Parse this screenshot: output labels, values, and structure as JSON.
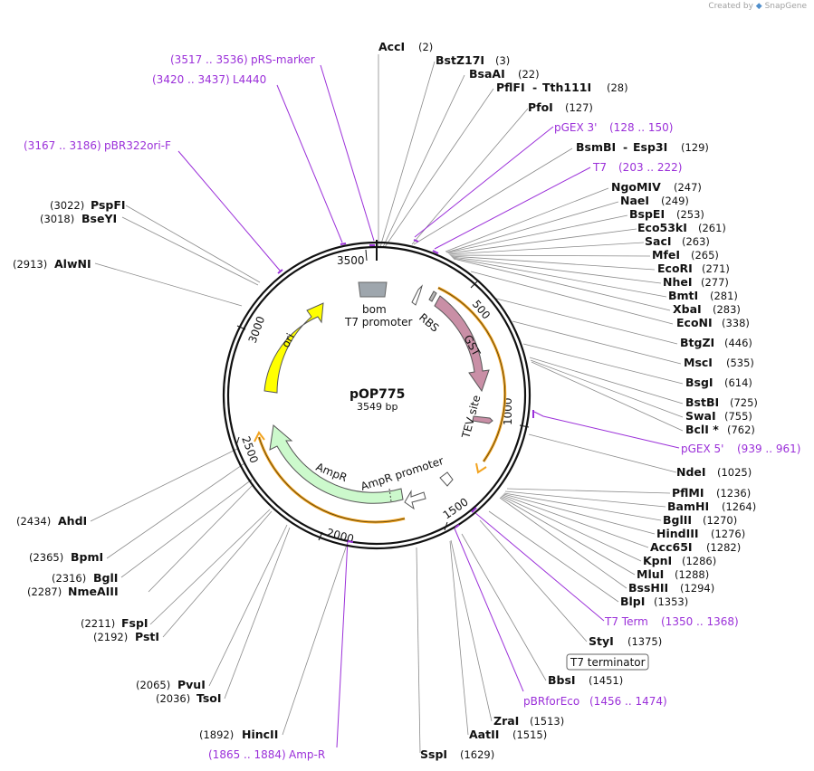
{
  "brand": {
    "prefix": "Created by",
    "name": "SnapGene"
  },
  "plasmid": {
    "name": "pOP775",
    "size": "3549 bp"
  },
  "ruler": [
    "3500",
    "500",
    "3000",
    "1000",
    "2500",
    "2000",
    "1500"
  ],
  "features": {
    "ori": "ori",
    "bom": "bom",
    "t7_promoter": "T7 promoter",
    "rbs": "RBS",
    "gst": "GST",
    "tev": "TEV site",
    "ampr": "AmpR",
    "ampr_promoter": "AmpR promoter",
    "t7_terminator": "T7 terminator"
  },
  "enzymes": [
    {
      "name": "AccI",
      "pos": "(2)"
    },
    {
      "name": "BstZ17I",
      "pos": "(3)"
    },
    {
      "name": "BsaAI",
      "pos": "(22)"
    },
    {
      "name": "PflFI",
      "sep": "-",
      "name2": "Tth111I",
      "pos": "(28)"
    },
    {
      "name": "PfoI",
      "pos": "(127)"
    },
    {
      "name": "BsmBI",
      "sep": "-",
      "name2": "Esp3I",
      "pos": "(129)"
    },
    {
      "name": "NgoMIV",
      "pos": "(247)"
    },
    {
      "name": "NaeI",
      "pos": "(249)"
    },
    {
      "name": "BspEI",
      "pos": "(253)"
    },
    {
      "name": "Eco53kI",
      "pos": "(261)"
    },
    {
      "name": "SacI",
      "pos": "(263)"
    },
    {
      "name": "MfeI",
      "pos": "(265)"
    },
    {
      "name": "EcoRI",
      "pos": "(271)"
    },
    {
      "name": "NheI",
      "pos": "(277)"
    },
    {
      "name": "BmtI",
      "pos": "(281)"
    },
    {
      "name": "XbaI",
      "pos": "(283)"
    },
    {
      "name": "EcoNI",
      "pos": "(338)"
    },
    {
      "name": "BtgZI",
      "pos": "(446)"
    },
    {
      "name": "MscI",
      "pos": "(535)"
    },
    {
      "name": "BsgI",
      "pos": "(614)"
    },
    {
      "name": "BstBI",
      "pos": "(725)"
    },
    {
      "name": "SwaI",
      "pos": "(755)"
    },
    {
      "name": "BclI *",
      "pos": "(762)"
    },
    {
      "name": "NdeI",
      "pos": "(1025)"
    },
    {
      "name": "PflMI",
      "pos": "(1236)"
    },
    {
      "name": "BamHI",
      "pos": "(1264)"
    },
    {
      "name": "BglII",
      "pos": "(1270)"
    },
    {
      "name": "HindIII",
      "pos": "(1276)"
    },
    {
      "name": "Acc65I",
      "pos": "(1282)"
    },
    {
      "name": "KpnI",
      "pos": "(1286)"
    },
    {
      "name": "MluI",
      "pos": "(1288)"
    },
    {
      "name": "BssHII",
      "pos": "(1294)"
    },
    {
      "name": "BlpI",
      "pos": "(1353)"
    },
    {
      "name": "StyI",
      "pos": "(1375)"
    },
    {
      "name": "BbsI",
      "pos": "(1451)"
    },
    {
      "name": "ZraI",
      "pos": "(1513)"
    },
    {
      "name": "AatII",
      "pos": "(1515)"
    },
    {
      "name": "SspI",
      "pos": "(1629)"
    },
    {
      "name": "HincII",
      "pos": "(1892)"
    },
    {
      "name": "TsoI",
      "pos": "(2036)"
    },
    {
      "name": "PvuI",
      "pos": "(2065)"
    },
    {
      "name": "PstI",
      "pos": "(2192)"
    },
    {
      "name": "FspI",
      "pos": "(2211)"
    },
    {
      "name": "NmeAIII",
      "pos": "(2287)"
    },
    {
      "name": "BglI",
      "pos": "(2316)"
    },
    {
      "name": "BpmI",
      "pos": "(2365)"
    },
    {
      "name": "AhdI",
      "pos": "(2434)"
    },
    {
      "name": "AlwNI",
      "pos": "(2913)"
    },
    {
      "name": "BseYI",
      "pos": "(3018)"
    },
    {
      "name": "PspFI",
      "pos": "(3022)"
    }
  ],
  "primers": [
    {
      "name": "pRS-marker",
      "range": "(3517 .. 3536)"
    },
    {
      "name": "L4440",
      "range": "(3420 .. 3437)"
    },
    {
      "name": "pBR322ori-F",
      "range": "(3167 .. 3186)"
    },
    {
      "name": "pGEX 3'",
      "range": "(128 .. 150)"
    },
    {
      "name": "T7",
      "range": "(203 .. 222)"
    },
    {
      "name": "pGEX 5'",
      "range": "(939 .. 961)"
    },
    {
      "name": "T7 Term",
      "range": "(1350 .. 1368)"
    },
    {
      "name": "pBRforEco",
      "range": "(1456 .. 1474)"
    },
    {
      "name": "Amp-R",
      "range": "(1865 .. 1884)"
    }
  ],
  "colors": {
    "ori": "#ffff00",
    "gst": "#c98fa6",
    "ampr": "#ccf9cc",
    "bom": "#9ea6ad",
    "primer": "#9b30d9",
    "orange": "#f2a31f"
  }
}
